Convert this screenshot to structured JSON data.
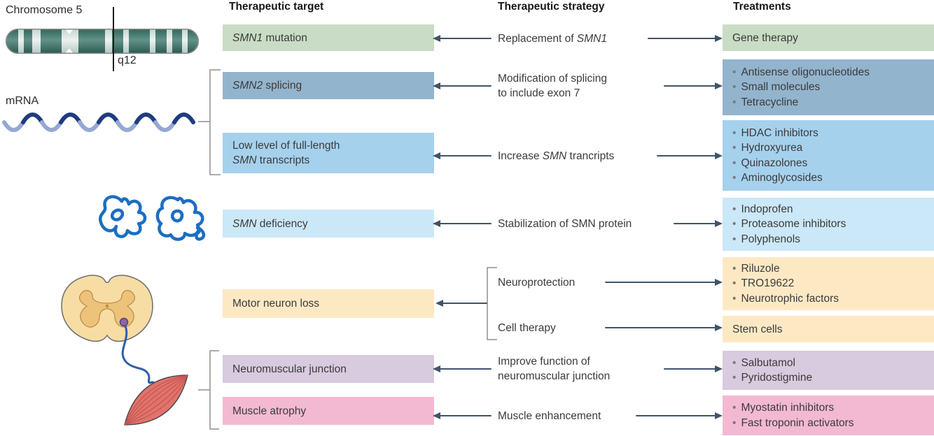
{
  "headers": {
    "target": "Therapeutic target",
    "strategy": "Therapeutic strategy",
    "treatments": "Treatments"
  },
  "labels": {
    "chromosome": "Chromosome 5",
    "locus": "q12",
    "mrna": "mRNA"
  },
  "glyphs": {
    "bullet": "•"
  },
  "colors": {
    "box_green": "#c9dcc5",
    "box_steel_blue": "#93b4cd",
    "box_mid_blue": "#a6d1ed",
    "box_light_blue": "#cbe8f8",
    "box_cream": "#fce9c4",
    "box_purple": "#d8cadf",
    "box_pink": "#f3b9d3",
    "arrow": "#3f5468",
    "text": "#3b3b3b",
    "chromosome_dark_band": "#336b61",
    "mrna_dark": "#1e3c80",
    "mrna_light": "#96a8d2",
    "protein_blue": "#1b6ec2",
    "spinal_cord_fill": "#f7dda4",
    "gray_matter_fill": "#edc27b",
    "neuron_purple": "#8a64ae",
    "muscle_red": "#e2736c"
  },
  "targets": {
    "smn1_mutation": {
      "gene": "SMN1",
      "rest": " mutation"
    },
    "smn2_splicing": {
      "gene": "SMN2",
      "rest": " splicing"
    },
    "low_level": {
      "line1": "Low level of full-length",
      "gene": "SMN",
      "rest": " transcripts"
    },
    "smn_deficiency": {
      "gene": "SMN",
      "rest": " deficiency"
    },
    "motor_neuron_loss": {
      "text": "Motor neuron loss"
    },
    "neuromuscular_junction": {
      "text": "Neuromuscular junction"
    },
    "muscle_atrophy": {
      "text": "Muscle atrophy"
    }
  },
  "strategies": {
    "replacement": {
      "pre": "Replacement of ",
      "gene": "SMN1"
    },
    "modification": {
      "line1": "Modification of splicing",
      "line2": "to include exon 7"
    },
    "increase": {
      "pre": "Increase ",
      "gene": "SMN",
      "post": " trancripts"
    },
    "stabilization": {
      "text": "Stabilization of SMN protein"
    },
    "neuroprotection": {
      "text": "Neuroprotection"
    },
    "cell_therapy": {
      "text": "Cell therapy"
    },
    "improve": {
      "line1": "Improve  function of",
      "line2": "neuromuscular junction"
    },
    "muscle_enhancement": {
      "text": "Muscle enhancement"
    }
  },
  "treatments": {
    "gene_therapy": {
      "text": "Gene therapy"
    },
    "splicing_drugs": {
      "items": [
        "Antisense oligonucleotides",
        "Small molecules",
        "Tetracycline"
      ]
    },
    "transcript_drugs": {
      "items": [
        "HDAC inhibitors",
        "Hydroxyurea",
        "Quinazolones",
        "Aminoglycosides"
      ]
    },
    "stabilization_drugs": {
      "items": [
        "Indoprofen",
        "Proteasome inhibitors",
        "Polyphenols"
      ]
    },
    "neuroprotection_drugs": {
      "items": [
        "Riluzole",
        "TRO19622",
        "Neurotrophic factors"
      ]
    },
    "stem_cells": {
      "text": "Stem cells"
    },
    "nmj_drugs": {
      "items": [
        "Salbutamol",
        "Pyridostigmine"
      ]
    },
    "muscle_drugs": {
      "items": [
        "Myostatin inhibitors",
        "Fast troponin activators"
      ]
    }
  }
}
